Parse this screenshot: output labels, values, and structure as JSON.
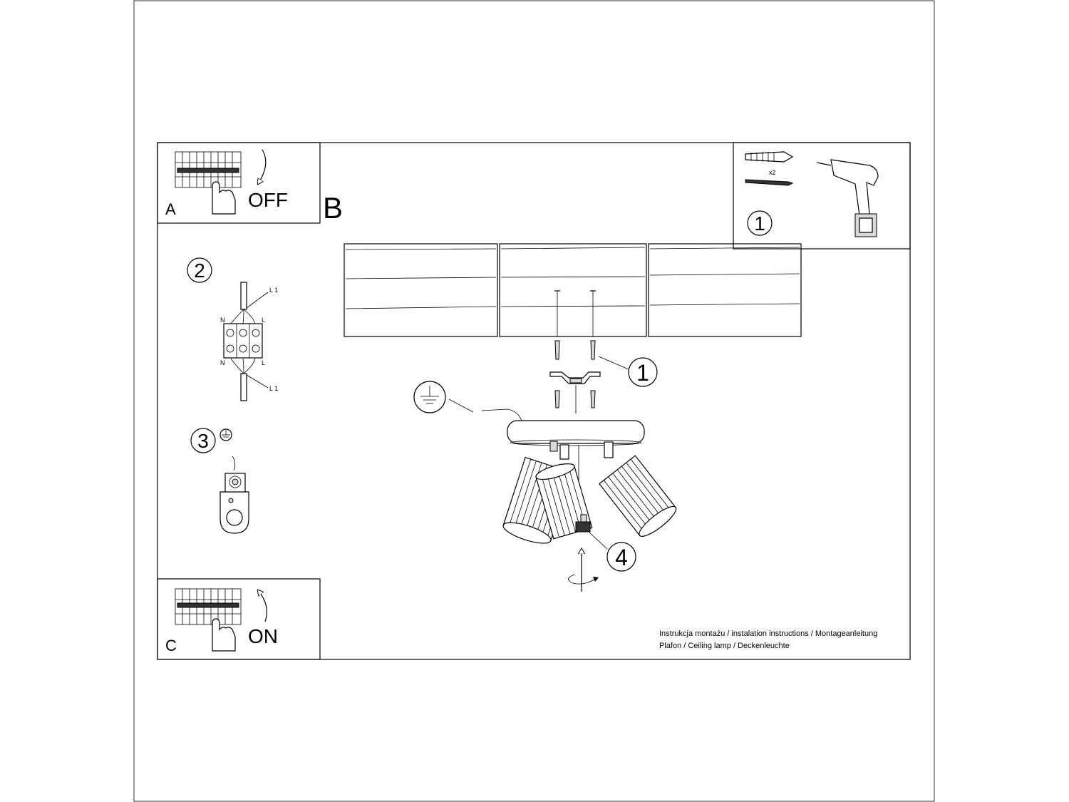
{
  "panels": {
    "a": {
      "letter": "A",
      "action": "OFF"
    },
    "b": {
      "letter": "B"
    },
    "c": {
      "letter": "C",
      "action": "ON"
    }
  },
  "tools": {
    "step": "1",
    "quantity": "x2"
  },
  "steps": {
    "wiring": {
      "number": "2",
      "top_line": "L 1",
      "bottom_line": "L 1",
      "neutral": "N",
      "live": "L"
    },
    "ground": {
      "number": "3"
    },
    "mount": {
      "number": "1"
    },
    "screw": {
      "number": "4"
    }
  },
  "caption": {
    "line1": "Instrukcja montażu / instalation instructions / Montageanleitung",
    "line2": "Plafon / Ceiling lamp / Deckenleuchte"
  },
  "icons": [
    "fuse-box-icon",
    "hand-icon",
    "rotate-arrow-icon",
    "wall-plug-icon",
    "screw-icon",
    "drill-icon",
    "terminal-block-icon",
    "ground-symbol-icon",
    "ground-clamp-icon",
    "mounting-bracket-icon",
    "ceiling-lamp-icon",
    "set-screw-icon",
    "rotation-arrow-icon"
  ]
}
